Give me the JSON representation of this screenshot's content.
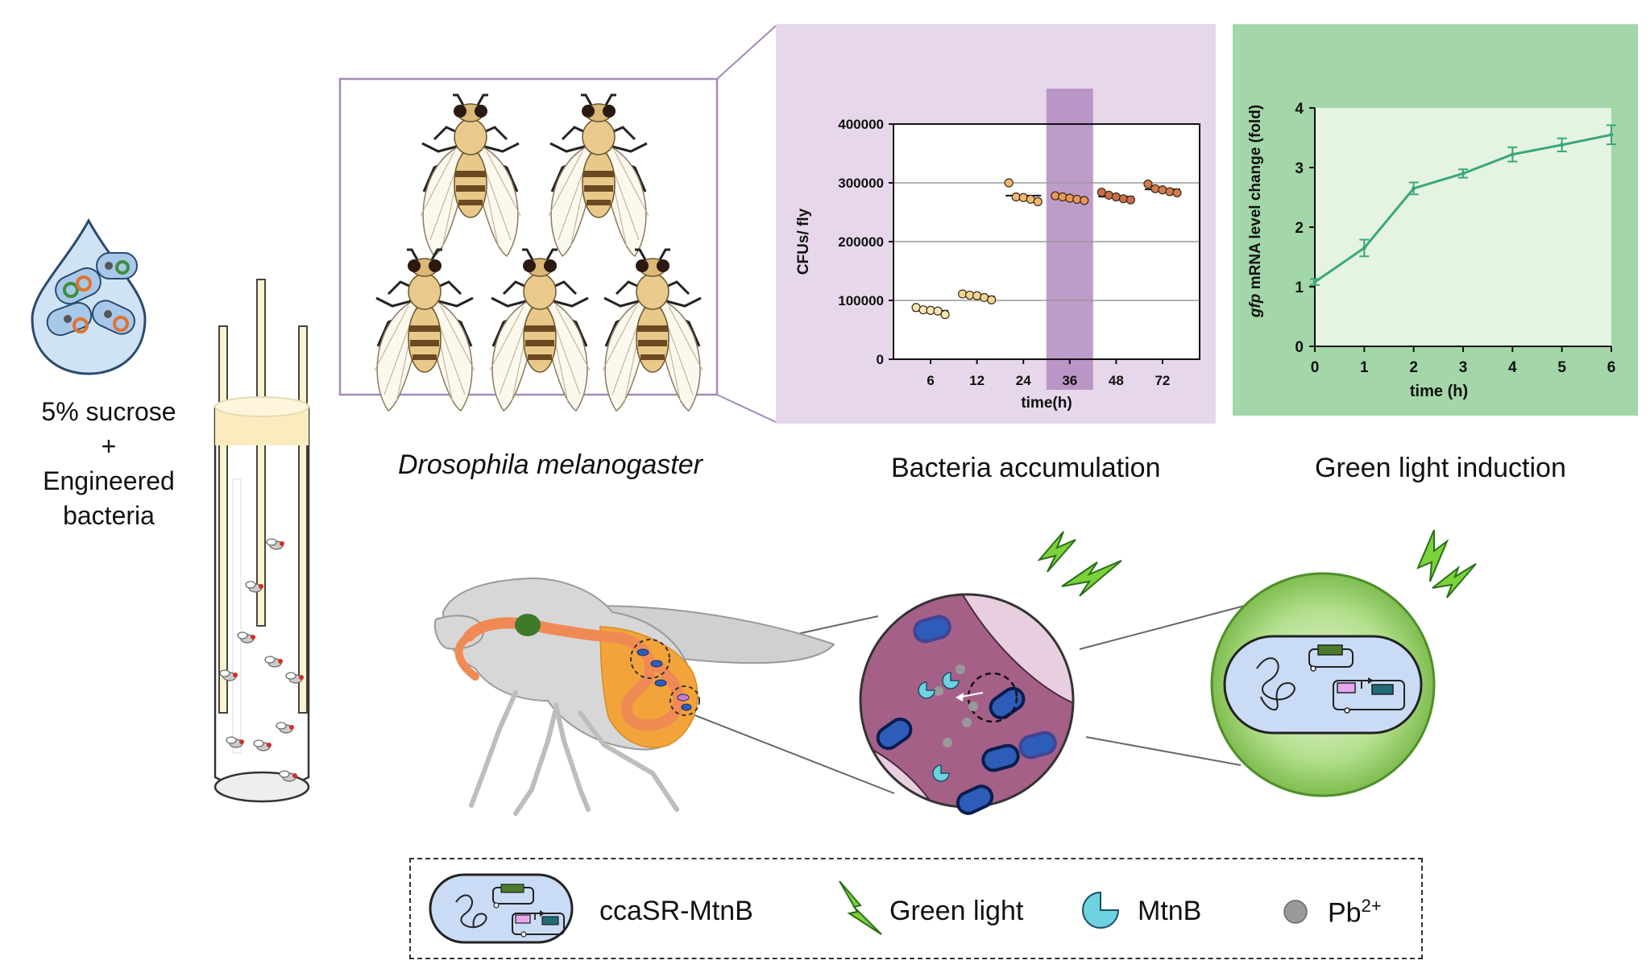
{
  "left_label": {
    "line1": "5% sucrose",
    "line2": "+",
    "line3": "Engineered",
    "line4": "bacteria"
  },
  "section_labels": {
    "drosophila": "Drosophila melanogaster",
    "accumulation": "Bacteria accumulation",
    "induction": "Green light induction"
  },
  "legend": {
    "strain": "ccaSR-MtnB",
    "light": "Green light",
    "protein": "MtnB",
    "metal_base": "Pb",
    "metal_sup": "2+"
  },
  "colors": {
    "purple_panel": "#e6d8ea",
    "purple_highlight": "#b28bc0",
    "green_panel": "#a3d6a8",
    "green_plot": "#e5f3e2",
    "green_line": "#3aa878",
    "gut_orange": "#f08a55",
    "bacteria_blue": "#2d5db8"
  },
  "chart_data": [
    {
      "type": "scatter",
      "xlabel": "time(h)",
      "ylabel": "CFUs/ fly",
      "categories": [
        "6",
        "12",
        "24",
        "36",
        "48",
        "72"
      ],
      "yticks": [
        "0",
        "100000",
        "200000",
        "300000",
        "400000"
      ],
      "ylim": [
        0,
        400000
      ],
      "highlight_category": "36",
      "grid": true,
      "series": [
        {
          "category": "6",
          "values": [
            88000,
            84000,
            83000,
            82000,
            76000
          ],
          "color": "#f7e6b5"
        },
        {
          "category": "12",
          "values": [
            111000,
            109000,
            108000,
            105000,
            101000
          ],
          "color": "#f5d494"
        },
        {
          "category": "24",
          "values": [
            300000,
            276000,
            275000,
            272000,
            268000
          ],
          "color": "#f2b771"
        },
        {
          "category": "36",
          "values": [
            278000,
            276000,
            274000,
            272000,
            270000
          ],
          "color": "#e99757"
        },
        {
          "category": "48",
          "values": [
            284000,
            279000,
            276000,
            273000,
            271000
          ],
          "color": "#c96e46"
        },
        {
          "category": "72",
          "values": [
            298000,
            290000,
            288000,
            285000,
            283000
          ],
          "color": "#d27c4c"
        }
      ]
    },
    {
      "type": "line",
      "xlabel": "time (h)",
      "ylabel_italic": "gfp",
      "ylabel_rest": " mRNA level change (fold)",
      "x": [
        0,
        1,
        2,
        3,
        4,
        5,
        6
      ],
      "xticks": [
        "0",
        "1",
        "2",
        "3",
        "4",
        "5",
        "6"
      ],
      "yticks": [
        "0",
        "1",
        "2",
        "3",
        "4"
      ],
      "ylim": [
        0,
        4
      ],
      "values": [
        1.08,
        1.65,
        2.65,
        2.9,
        3.22,
        3.38,
        3.55
      ],
      "errors": [
        0.05,
        0.14,
        0.1,
        0.07,
        0.12,
        0.11,
        0.16
      ]
    }
  ]
}
